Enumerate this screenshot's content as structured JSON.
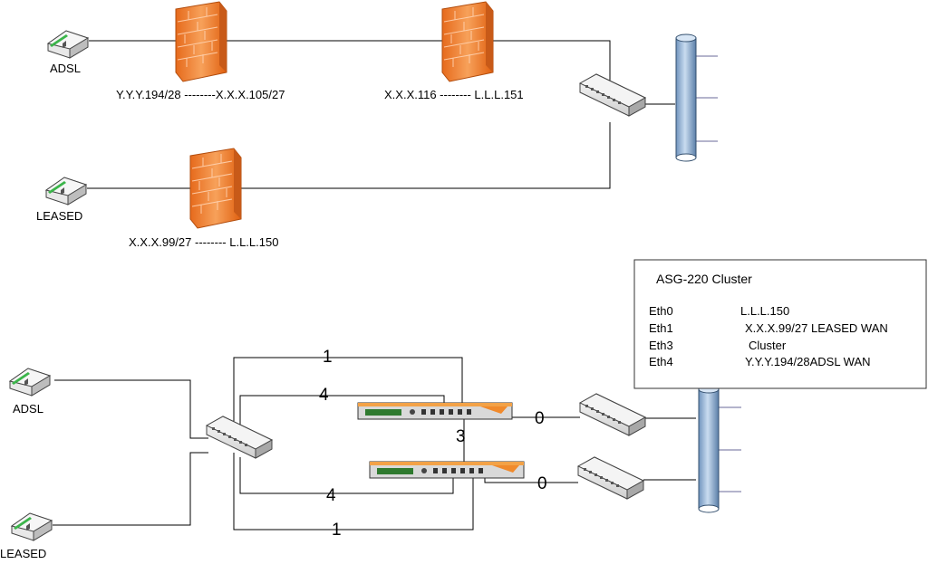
{
  "top": {
    "adsl_label": "ADSL",
    "leased_label": "LEASED",
    "fw1_caption": "Y.Y.Y.194/28 --------X.X.X.105/27",
    "fw2_caption": "X.X.X.116 -------- L.L.L.151",
    "fw3_caption": "X.X.X.99/27 -------- L.L.L.150"
  },
  "bottom": {
    "adsl_label": "ADSL",
    "leased_label": "LEASED",
    "link_labels": [
      "1",
      "4",
      "3",
      "0",
      "4",
      "0",
      "1"
    ]
  },
  "cluster_box": {
    "title": "ASG-220 Cluster",
    "rows": [
      {
        "iface": "Eth0",
        "value": "L.L.L.150"
      },
      {
        "iface": "Eth1",
        "value": "X.X.X.99/27 LEASED WAN"
      },
      {
        "iface": "Eth3",
        "value": "Cluster"
      },
      {
        "iface": "Eth4",
        "value": "Y.Y.Y.194/28ADSL WAN"
      }
    ]
  },
  "colors": {
    "firewall": "#f08a3c",
    "firewall_dark": "#c85a18",
    "backbone": "#a9c4e4",
    "backbone_dark": "#5b7fa8",
    "line": "#000000"
  },
  "icons": {
    "modem": "modem-icon",
    "firewall": "firewall-icon",
    "switch": "switch-icon",
    "backbone": "backbone-pipe-icon",
    "appliance": "appliance-icon"
  }
}
